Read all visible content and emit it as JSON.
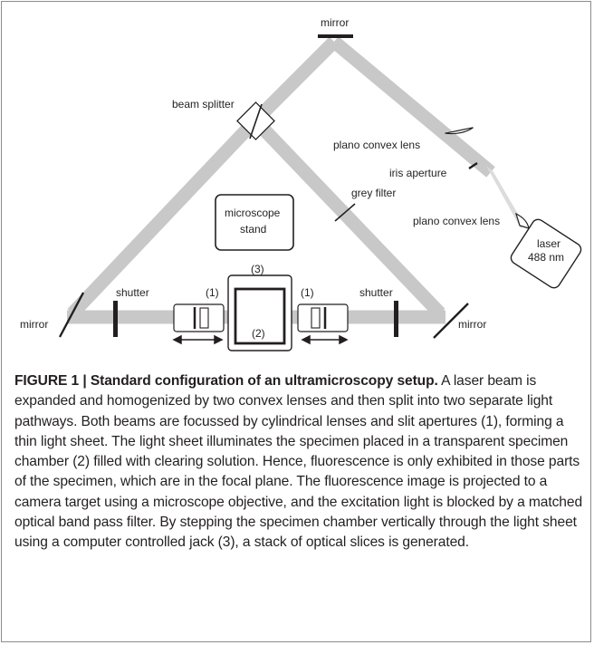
{
  "labels": {
    "mirror_top": "mirror",
    "beam_splitter": "beam splitter",
    "plano_convex_lens_upper": "plano convex lens",
    "iris_aperture": "iris aperture",
    "grey_filter": "grey filter",
    "plano_convex_lens_lower": "plano convex lens",
    "laser_line1": "laser",
    "laser_line2": "488 nm",
    "microscope_line1": "microscope",
    "microscope_line2": "stand",
    "mirror_left": "mirror",
    "shutter_left": "shutter",
    "shutter_right": "shutter",
    "mirror_right": "mirror",
    "marker_1_left": "(1)",
    "marker_1_right": "(1)",
    "marker_2": "(2)",
    "marker_3": "(3)"
  },
  "caption": {
    "title": "FIGURE 1 | Standard configuration of an ultramicroscopy setup.",
    "body": "A laser beam is expanded and homogenized by two convex lenses and then split into two separate light pathways. Both beams are focussed by cylindrical lenses and slit apertures (1), forming a thin light sheet. The light sheet illuminates the specimen placed in a transparent specimen chamber (2) filled with clearing solution. Hence, fluorescence is only exhibited in those parts of the specimen, which are in the focal plane. The fluorescence image is projected to a camera target using a microscope objective, and the excitation light is blocked by a matched optical band pass filter. By stepping the specimen chamber vertically through the light sheet using a computer controlled jack (3), a stack of optical slices is generated."
  },
  "colors": {
    "beam": "#c8c8c8",
    "frame": "#8c8c8c",
    "ink": "#231f20"
  }
}
